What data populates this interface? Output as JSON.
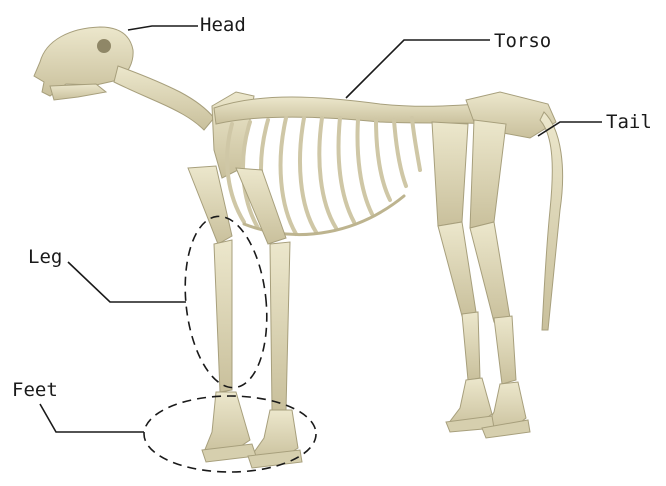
{
  "labels": {
    "head": "Head",
    "torso": "Torso",
    "tail": "Tail",
    "leg": "Leg",
    "feet": "Feet"
  },
  "colors": {
    "bone": "#ddd7b6",
    "bone_shade": "#a79f7c",
    "line": "#1a1a1a"
  }
}
